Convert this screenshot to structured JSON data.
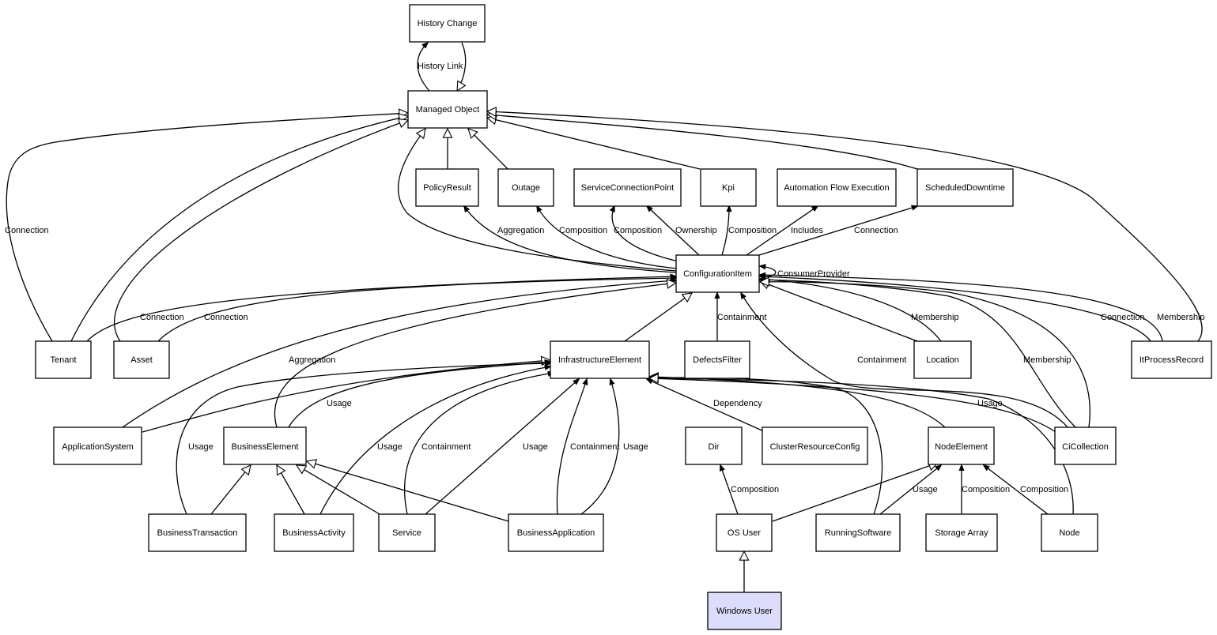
{
  "nodes": {
    "history_change": {
      "label": "History Change"
    },
    "managed_object": {
      "label": "Managed Object"
    },
    "policy_result": {
      "label": "PolicyResult"
    },
    "outage": {
      "label": "Outage"
    },
    "service_connection_point": {
      "label": "ServiceConnectionPoint"
    },
    "kpi": {
      "label": "Kpi"
    },
    "automation_flow_execution": {
      "label": "Automation Flow Execution"
    },
    "scheduled_downtime": {
      "label": "ScheduledDowntime"
    },
    "configuration_item": {
      "label": "ConfigurationItem"
    },
    "tenant": {
      "label": "Tenant"
    },
    "asset": {
      "label": "Asset"
    },
    "infrastructure_element": {
      "label": "InfrastructureElement"
    },
    "defects_filter": {
      "label": "DefectsFilter"
    },
    "location": {
      "label": "Location"
    },
    "it_process_record": {
      "label": "ItProcessRecord"
    },
    "application_system": {
      "label": "ApplicationSystem"
    },
    "business_element": {
      "label": "BusinessElement"
    },
    "dir": {
      "label": "Dir"
    },
    "cluster_resource_config": {
      "label": "ClusterResourceConfig"
    },
    "node_element": {
      "label": "NodeElement"
    },
    "ci_collection": {
      "label": "CiCollection"
    },
    "business_transaction": {
      "label": "BusinessTransaction"
    },
    "business_activity": {
      "label": "BusinessActivity"
    },
    "service": {
      "label": "Service"
    },
    "business_application": {
      "label": "BusinessApplication"
    },
    "os_user": {
      "label": "OS User"
    },
    "running_software": {
      "label": "RunningSoftware"
    },
    "storage_array": {
      "label": "Storage Array"
    },
    "node": {
      "label": "Node"
    },
    "windows_user": {
      "label": "Windows User"
    }
  },
  "edge_labels": {
    "history_link": "History Link",
    "tenant_mo_connection": "Connection",
    "ci_policy_aggregation": "Aggregation",
    "ci_outage_composition": "Composition",
    "ci_scp_composition": "Composition",
    "ci_scp_ownership": "Ownership",
    "ci_kpi_composition": "Composition",
    "ci_afe_includes": "Includes",
    "ci_sd_connection": "Connection",
    "ci_consumer_provider": "ConsumerProvider",
    "tenant_ci_connection": "Connection",
    "asset_ci_connection": "Connection",
    "appsys_ci_aggregation": "Aggregation",
    "defects_containment": "Containment",
    "location_membership": "Membership",
    "cicoll_containment": "Containment",
    "cicoll_membership": "Membership",
    "itpr_connection": "Connection",
    "itpr_membership": "Membership",
    "be_ie_usage": "Usage",
    "cicoll_ie_usage": "Usage",
    "bt_ie_usage": "Usage",
    "ba_ie_usage": "Usage",
    "service_containment": "Containment",
    "service_usage": "Usage",
    "bapp_containment": "Containment",
    "bapp_usage": "Usage",
    "crc_dependency": "Dependency",
    "osuser_dir_composition": "Composition",
    "rs_ne_usage": "Usage",
    "sa_ne_composition": "Composition",
    "node_ne_composition": "Composition"
  }
}
